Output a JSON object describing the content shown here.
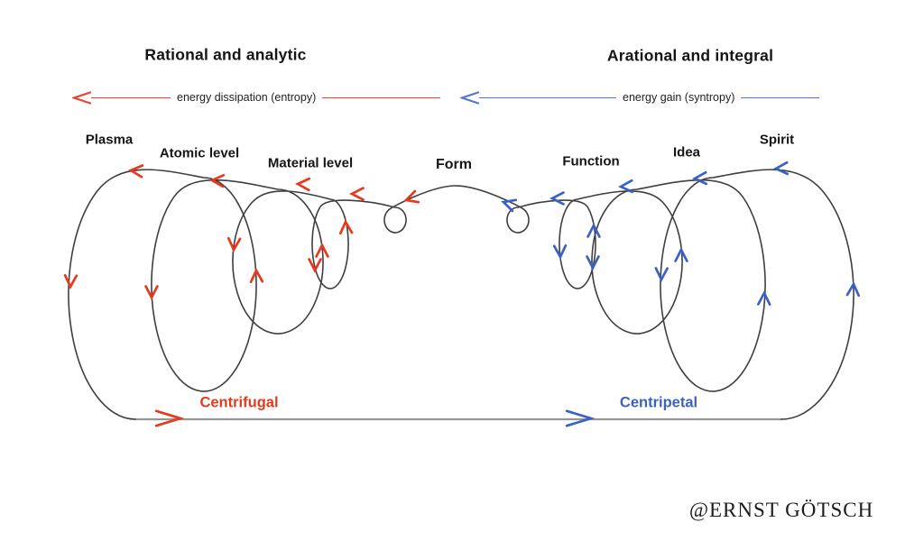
{
  "headers": {
    "left": "Rational and analytic",
    "right": "Arational and integral"
  },
  "energy": {
    "entropy_label": "energy dissipation (entropy)",
    "syntropy_label": "energy gain (syntropy)"
  },
  "stages": {
    "plasma": "Plasma",
    "atomic": "Atomic level",
    "material": "Material level",
    "form": "Form",
    "function": "Function",
    "idea": "Idea",
    "spirit": "Spirit"
  },
  "poles": {
    "centrifugal": "Centrifugal",
    "centripetal": "Centripetal"
  },
  "credit": "@ERNST GÖTSCH",
  "colors": {
    "red": "#e8391d",
    "blue": "#3a62c6",
    "energy_red": "#e8432e",
    "energy_blue": "#5577cf",
    "curve": "#3f3f3f",
    "baseline": "#969696"
  }
}
